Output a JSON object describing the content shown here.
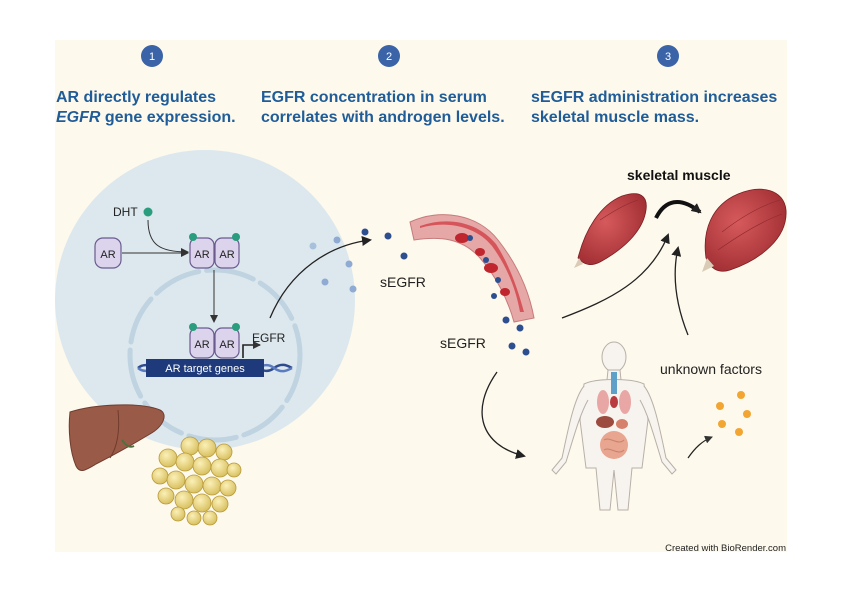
{
  "steps": [
    {
      "number": "1",
      "line1": "AR directly regulates",
      "line2_italic": "EGFR",
      "line2_rest": " gene expression."
    },
    {
      "number": "2",
      "line1": "EGFR concentration in serum",
      "line2": "correlates with androgen levels."
    },
    {
      "number": "3",
      "line1": "sEGFR administration increases",
      "line2": "skeletal muscle mass."
    }
  ],
  "cell_labels": {
    "dht": "DHT",
    "ar": "AR",
    "egfr": "EGFR",
    "target_genes": "AR target genes"
  },
  "serum_labels": {
    "segfr_top": "sEGFR",
    "segfr_bottom": "sEGFR"
  },
  "muscle_label": "skeletal muscle",
  "factors_label": "unknown factors",
  "credit": "Created with BioRender.com",
  "colors": {
    "title": "#1f5c98",
    "step_badge": "#3b63a8",
    "cell": "#dce8ee",
    "receptor": "#dcd3ec",
    "receptor_stroke": "#6a5b8f",
    "dht_dot": "#2a9d7e",
    "segfr_dot": "#2e4f8f",
    "factor_dot": "#f2a531",
    "muscle": "#b5383c",
    "liver": "#9a5a48",
    "fat": "#e9d78a"
  },
  "icons": [
    "liver-icon",
    "adipose-tissue-icon",
    "blood-vessel-icon",
    "human-body-icon",
    "skeletal-muscle-icon"
  ]
}
